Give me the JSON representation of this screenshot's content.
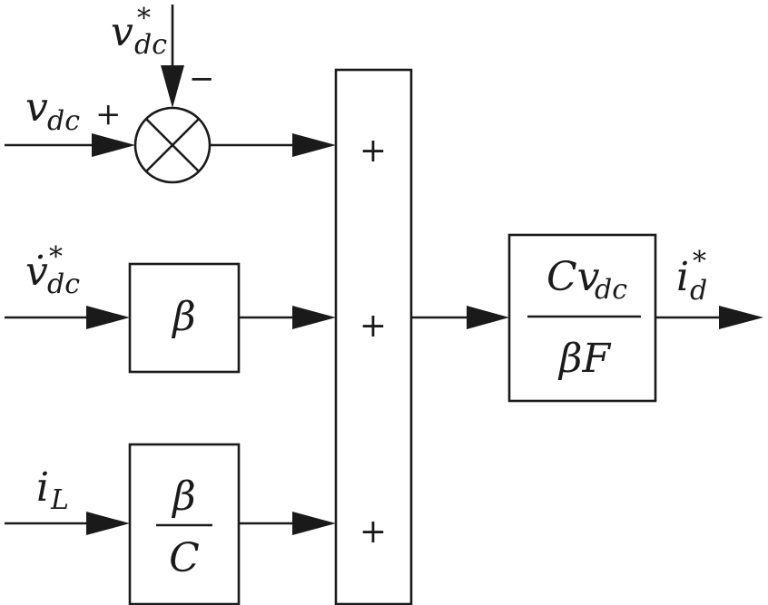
{
  "signals": {
    "vdc_ref": {
      "base": "v",
      "sub": "dc",
      "sup": "*"
    },
    "vdc": {
      "base": "v",
      "sub": "dc"
    },
    "vdc_dot_ref": {
      "base": "v̇",
      "sub": "dc",
      "sup": "*"
    },
    "iL": {
      "base": "i",
      "sub": "L"
    },
    "id_ref": {
      "base": "i",
      "sub": "d",
      "sup": "*"
    }
  },
  "signs": {
    "comparator_plus": "+",
    "comparator_minus": "−",
    "summer_inputs": [
      "+",
      "+",
      "+"
    ]
  },
  "blocks": {
    "gain_beta": "β",
    "beta_over_c": {
      "num": "β",
      "den": "C"
    },
    "output_gain": {
      "num_base": "Cv",
      "num_sub": "dc",
      "den": "βF"
    }
  }
}
